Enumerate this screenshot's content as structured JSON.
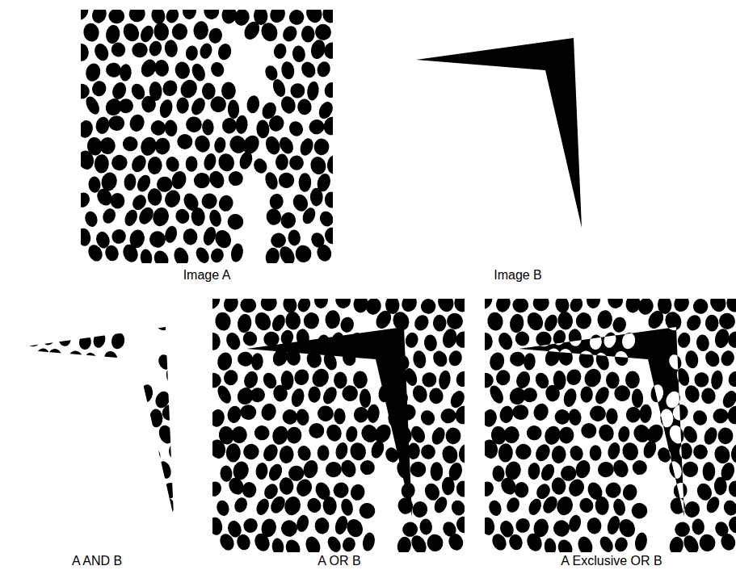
{
  "diagram": {
    "labels": [
      "Image A",
      "Image B",
      "A AND B",
      "A OR B",
      "A Exclusive OR B"
    ]
  }
}
